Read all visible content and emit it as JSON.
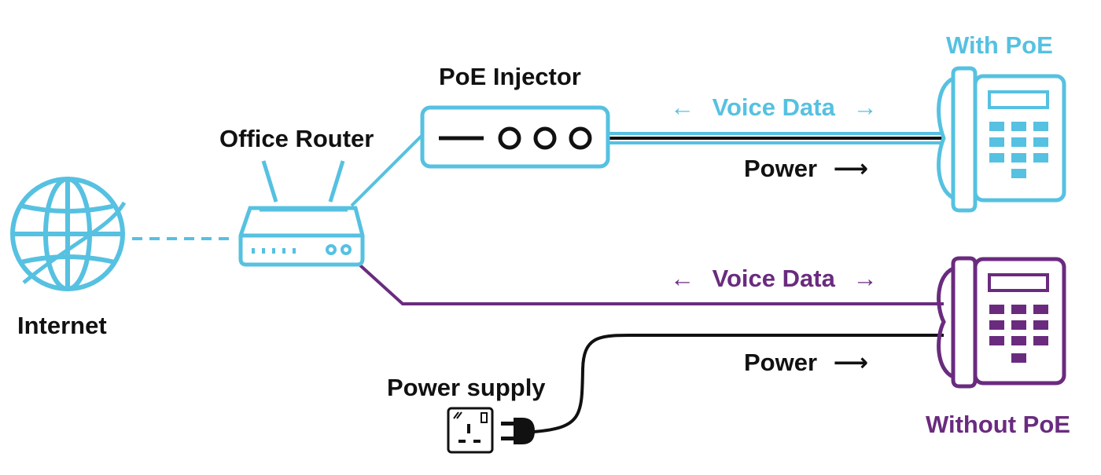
{
  "labels": {
    "internet": "Internet",
    "router": "Office Router",
    "injector": "PoE Injector",
    "with_poe": "With PoE",
    "without_poe": "Without PoE",
    "voice_data_top": "Voice Data",
    "voice_data_bottom": "Voice Data",
    "power_top": "Power",
    "power_bottom": "Power",
    "power_supply": "Power supply"
  },
  "colors": {
    "poe": "#56c1e1",
    "no_poe": "#6a2b7f",
    "dark": "#111111"
  },
  "icons": {
    "internet": "globe-icon",
    "router": "router-icon",
    "injector": "poe-injector-icon",
    "phone_poe": "desk-phone-icon",
    "phone_no_poe": "desk-phone-icon",
    "socket": "power-socket-icon",
    "plug": "power-plug-icon"
  }
}
